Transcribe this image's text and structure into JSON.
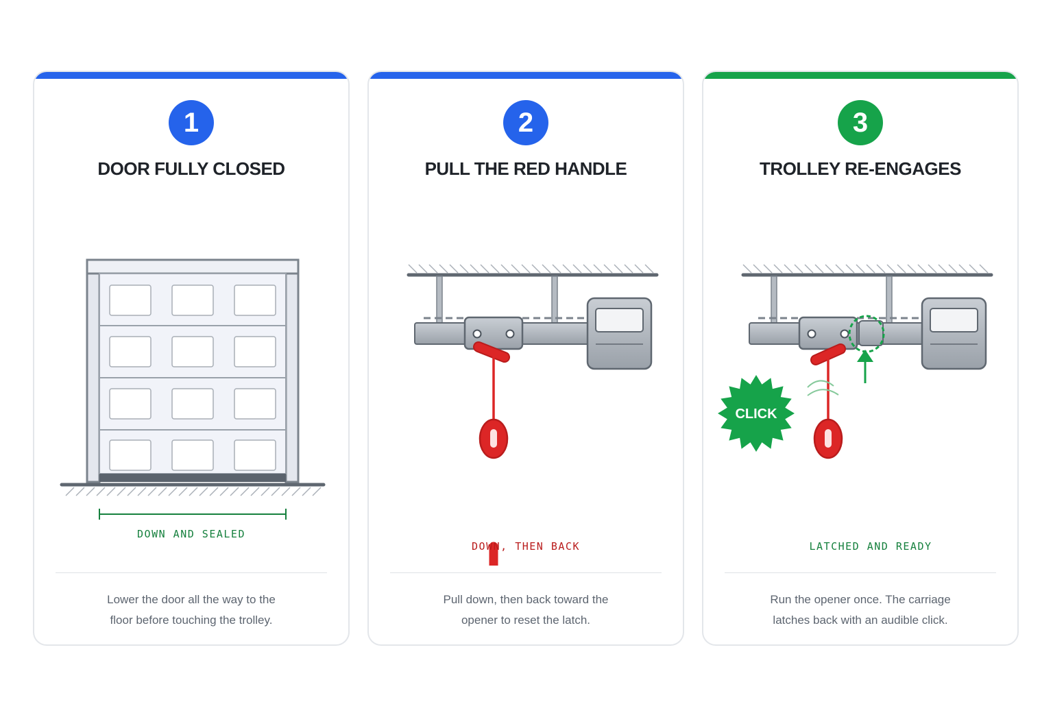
{
  "colors": {
    "blue": "#2563eb",
    "green": "#16a34a",
    "red": "#dc2626",
    "dark_red": "#b91c1c",
    "text_dark": "#1f2329",
    "text_muted": "#5d6570",
    "metal": "#a3aab2",
    "outline": "#5f6770"
  },
  "steps": [
    {
      "number": "1",
      "title": "DOOR FULLY CLOSED",
      "accent": "#2563eb",
      "caption": "DOWN AND SEALED",
      "caption_color": "#15803d",
      "description_line1": "Lower the door all the way to the",
      "description_line2": "floor before touching the trolley."
    },
    {
      "number": "2",
      "title": "PULL THE RED HANDLE",
      "accent": "#2563eb",
      "caption": "DOWN, THEN BACK",
      "caption_color": "#b91c1c",
      "description_line1": "Pull down, then back toward the",
      "description_line2": "opener to reset the latch."
    },
    {
      "number": "3",
      "title": "TROLLEY RE-ENGAGES",
      "accent": "#16a34a",
      "caption": "LATCHED AND READY",
      "caption_color": "#15803d",
      "burst_label": "CLICK",
      "description_line1": "Run the opener once. The carriage",
      "description_line2": "latches back with an audible click."
    }
  ]
}
